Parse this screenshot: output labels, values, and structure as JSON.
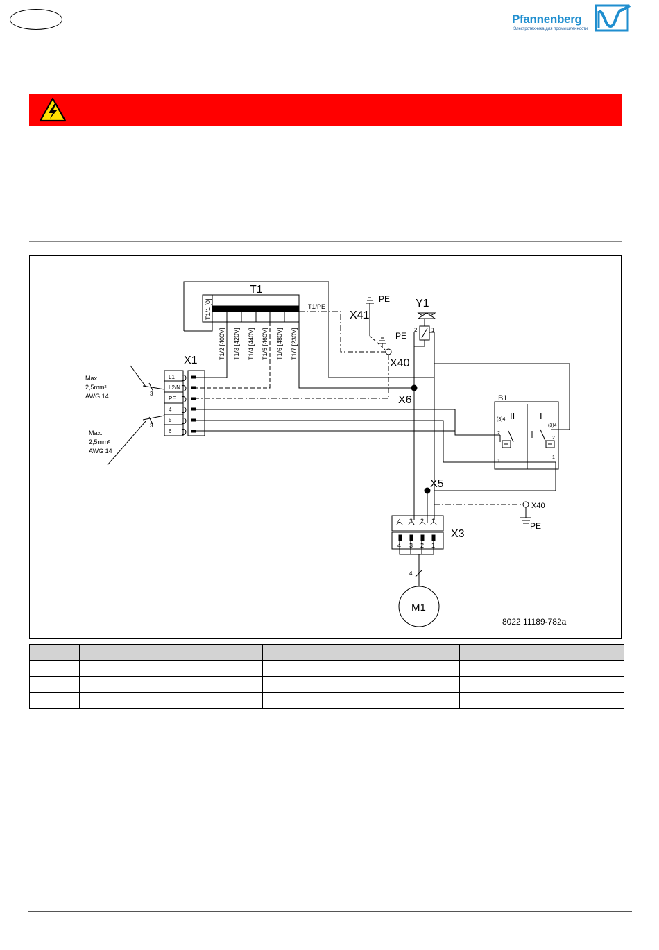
{
  "header": {
    "brand_name": "Pfannenberg",
    "brand_tagline": "Электротехника для промышленности"
  },
  "colors": {
    "warning_red": "#ff0000",
    "brand_blue": "#1f8ecf",
    "table_header_gray": "#d3d3d3"
  },
  "warning": {
    "icon": "high-voltage-icon"
  },
  "diagram": {
    "transformer": {
      "label": "T1",
      "tap_primary": "T1/1 [0]",
      "tap_pe": "T1/PE",
      "taps": [
        "T1/2 [400V]",
        "T1/3 [420V]",
        "T1/4 [440V]",
        "T1/5 [460V]",
        "T1/6 [480V]",
        "T1/7 [230V]"
      ]
    },
    "terminal_block": {
      "label": "X1",
      "terminals": [
        "L1",
        "L2/N",
        "PE",
        "4",
        "5",
        "6"
      ]
    },
    "cable_note_1": {
      "line1": "Max.",
      "line2": "2,5mm²",
      "line3": "AWG 14",
      "count": "3"
    },
    "cable_note_2": {
      "line1": "Max.",
      "line2": "2,5mm²",
      "line3": "AWG 14",
      "count": "3"
    },
    "labels": {
      "pe_top": "PE",
      "x41": "X41",
      "pe_mid": "PE",
      "x40_top": "X40",
      "x6": "X6",
      "y1": "Y1",
      "y1_pin2": "2",
      "y1_pin1": "1",
      "x5": "X5",
      "x40_bottom": "X40",
      "pe_bottom": "PE",
      "x3": "X3",
      "motor": "M1",
      "motor_wire_count": "4",
      "doc_ref": "8022   11189-782a"
    },
    "b1": {
      "label": "B1",
      "contact_2": "II",
      "contact_1": "I",
      "pin_34_left": "(3)4",
      "pin_34_right": "(3)4",
      "pin_2_left": "2",
      "pin_2_right": "2",
      "pin_1_left": "1",
      "pin_1_right": "1"
    },
    "x3_connector": {
      "top_pins": [
        "4",
        "3",
        "2",
        "1"
      ],
      "bottom_pins": [
        "4",
        "3",
        "2",
        "1"
      ]
    }
  },
  "legend_table": {
    "rows": 4,
    "columns": 6
  }
}
